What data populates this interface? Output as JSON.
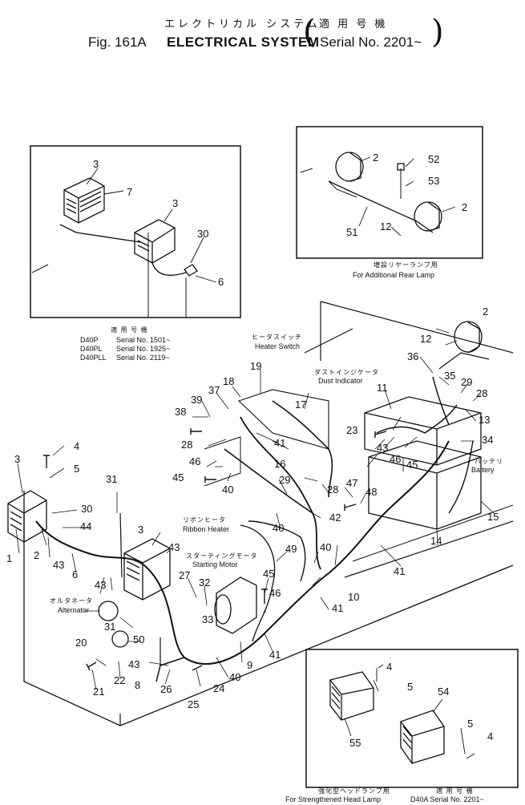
{
  "title": {
    "fig": "Fig. 161A",
    "jp": "エレクトリカル システム",
    "en": "ELECTRICAL SYSTEM",
    "serial_jp": "適 用 号 機",
    "serial": "Serial No. 2201~"
  },
  "inset_left": {
    "callouts": [
      "3",
      "7",
      "3",
      "30",
      "6"
    ],
    "applicability_jp": "適 用 号 機",
    "models": [
      {
        "model": "D40P",
        "serial": "Serial No. 1501~"
      },
      {
        "model": "D40PL",
        "serial": "Serial No. 1925~"
      },
      {
        "model": "D40PLL",
        "serial": "Serial No. 2119~"
      }
    ]
  },
  "inset_rear": {
    "callouts": [
      "2",
      "52",
      "53",
      "2",
      "51",
      "12"
    ],
    "caption_jp": "増設リヤーランプ用",
    "caption": "For Additional Rear Lamp"
  },
  "inset_head": {
    "callouts": [
      "4",
      "5",
      "54",
      "55",
      "5",
      "4"
    ],
    "caption_jp": "強化型ヘッドランプ用",
    "caption": "For Strengthened Head Lamp",
    "serial_jp": "適 用 号 機",
    "serial": "D40A Serial No. 2201~"
  },
  "labels": {
    "heater_switch_jp": "ヒータスイッチ",
    "heater_switch": "Heater Switch",
    "dust_indicator_jp": "ダストインジケータ",
    "dust_indicator": "Dust Indicator",
    "battery_jp": "バッテリ",
    "battery": "Battery",
    "ribbon_heater_jp": "リボンヒータ",
    "ribbon_heater": "Ribbon Heater",
    "starting_motor_jp": "スターティングモータ",
    "starting_motor": "Starting Motor",
    "alternator_jp": "オルタネータ",
    "alternator": "Alternator"
  },
  "main_callouts": [
    "1",
    "2",
    "3",
    "4",
    "5",
    "30",
    "43",
    "6",
    "43",
    "31",
    "44",
    "3",
    "43",
    "50",
    "20",
    "31",
    "21",
    "22",
    "43",
    "8",
    "26",
    "24",
    "25",
    "40",
    "27",
    "32",
    "33",
    "45",
    "46",
    "9",
    "41",
    "10",
    "40",
    "41",
    "49",
    "40",
    "42",
    "29",
    "28",
    "16",
    "17",
    "18",
    "19",
    "37",
    "39",
    "38",
    "28",
    "41",
    "46",
    "45",
    "40",
    "23",
    "43",
    "46",
    "45",
    "11",
    "36",
    "35",
    "12",
    "2",
    "29",
    "28",
    "13",
    "34",
    "15",
    "14",
    "47",
    "48",
    "41"
  ]
}
